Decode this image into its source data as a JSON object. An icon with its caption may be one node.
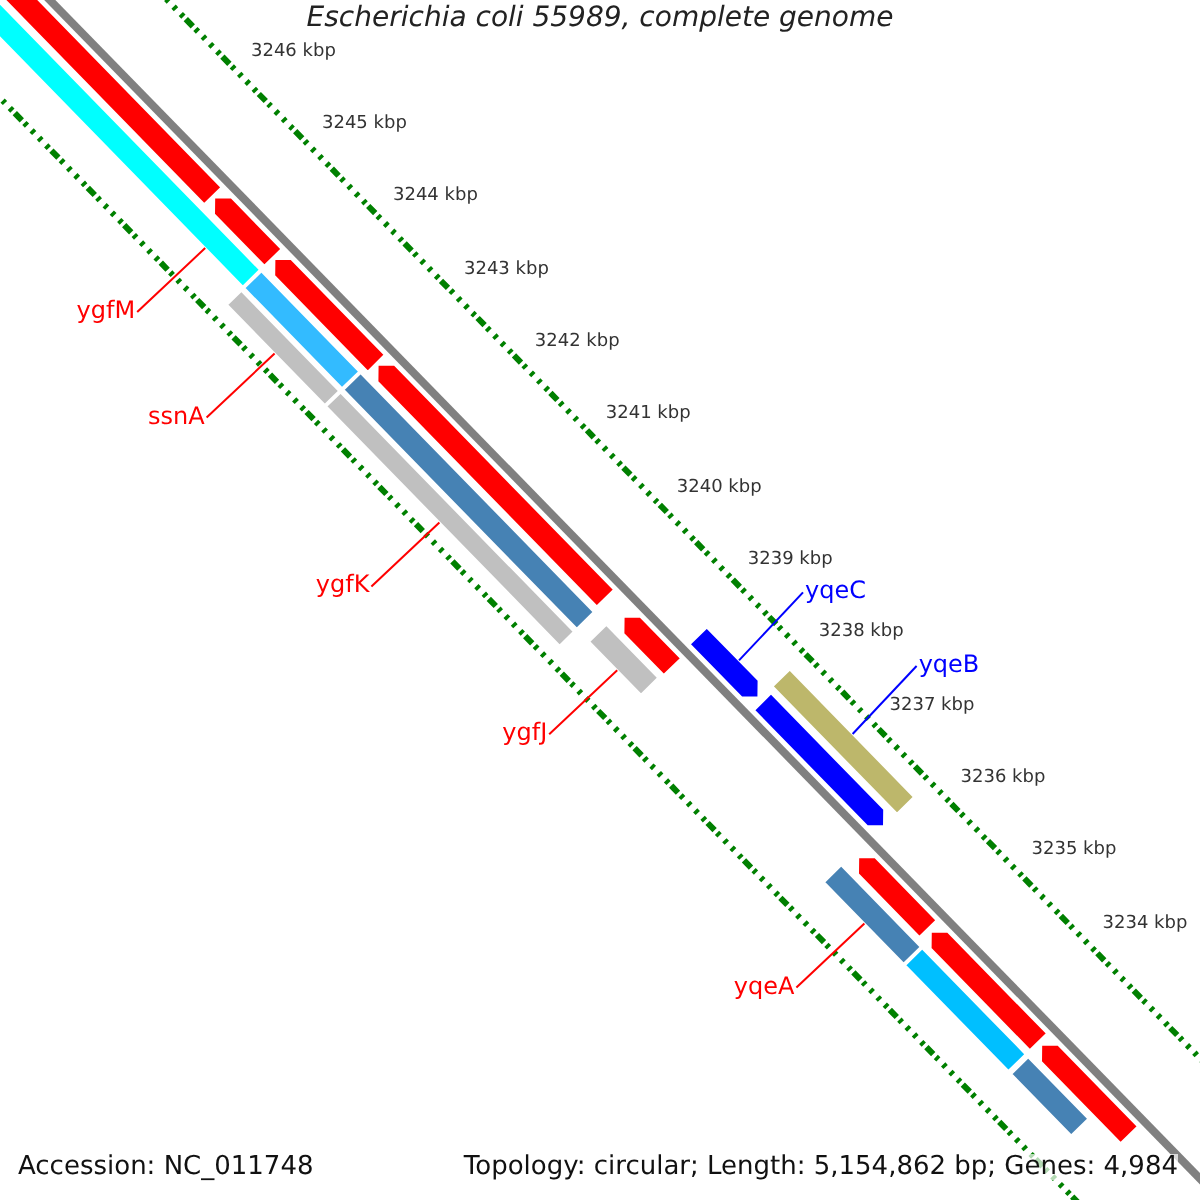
{
  "diagram": {
    "title": "Escherichia coli 55989, complete genome",
    "nodes": [
      {
        "text": [
          "ygfM"
        ]
      },
      {
        "text": [
          "ssnA"
        ]
      },
      {
        "text": [
          "ygfK"
        ]
      },
      {
        "text": [
          "ygfJ"
        ]
      },
      {
        "text": [
          "yqeC"
        ]
      },
      {
        "text": [
          "yqeB"
        ]
      },
      {
        "text": [
          "yqeA"
        ]
      },
      {
        "text": [],
        "shape": "bar"
      },
      {
        "text": [],
        "shape": "arrow"
      },
      {
        "text": [],
        "shape": "arrow"
      },
      {
        "text": [],
        "shape": "arrow"
      },
      {
        "text": [],
        "shape": "bar"
      },
      {
        "text": [],
        "shape": "bar"
      },
      {
        "text": [],
        "shape": "bar"
      },
      {
        "text": [],
        "shape": "bar"
      },
      {
        "text": [],
        "shape": "arrow"
      },
      {
        "text": [],
        "shape": "bar"
      },
      {
        "text": [],
        "shape": "arrow"
      },
      {
        "text": [],
        "shape": "arrow"
      },
      {
        "text": [],
        "shape": "bar"
      },
      {
        "text": [],
        "shape": "arrow"
      },
      {
        "text": [],
        "shape": "bar"
      },
      {
        "text": [],
        "shape": "arrow"
      },
      {
        "text": [],
        "shape": "arrow"
      },
      {
        "text": [],
        "shape": "bar"
      },
      {
        "text": [],
        "shape": "arrow"
      },
      {
        "text": [],
        "shape": "bar"
      }
    ],
    "edges": [
      {
        "from": 0,
        "to": 7,
        "arrow": "none"
      },
      {
        "from": 1,
        "to": 12,
        "arrow": "none"
      },
      {
        "from": 2,
        "to": 14,
        "arrow": "none"
      },
      {
        "from": 3,
        "to": 16,
        "arrow": "none"
      },
      {
        "from": 4,
        "to": 18,
        "arrow": "none",
        "color": "#0000ff"
      },
      {
        "from": 5,
        "to": 19,
        "arrow": "none",
        "color": "#0000ff"
      },
      {
        "from": 6,
        "to": 21,
        "arrow": "none"
      }
    ],
    "labels": [
      "3246 kbp",
      "3245 kbp",
      "3244 kbp",
      "3243 kbp",
      "3242 kbp",
      "3241 kbp",
      "3240 kbp",
      "3239 kbp",
      "3238 kbp",
      "3237 kbp",
      "3236 kbp",
      "3235 kbp",
      "3234 kbp",
      "Accession: NC_011748",
      "Topology: circular; Length: 5,154,862 bp; Genes: 4,984"
    ]
  }
}
